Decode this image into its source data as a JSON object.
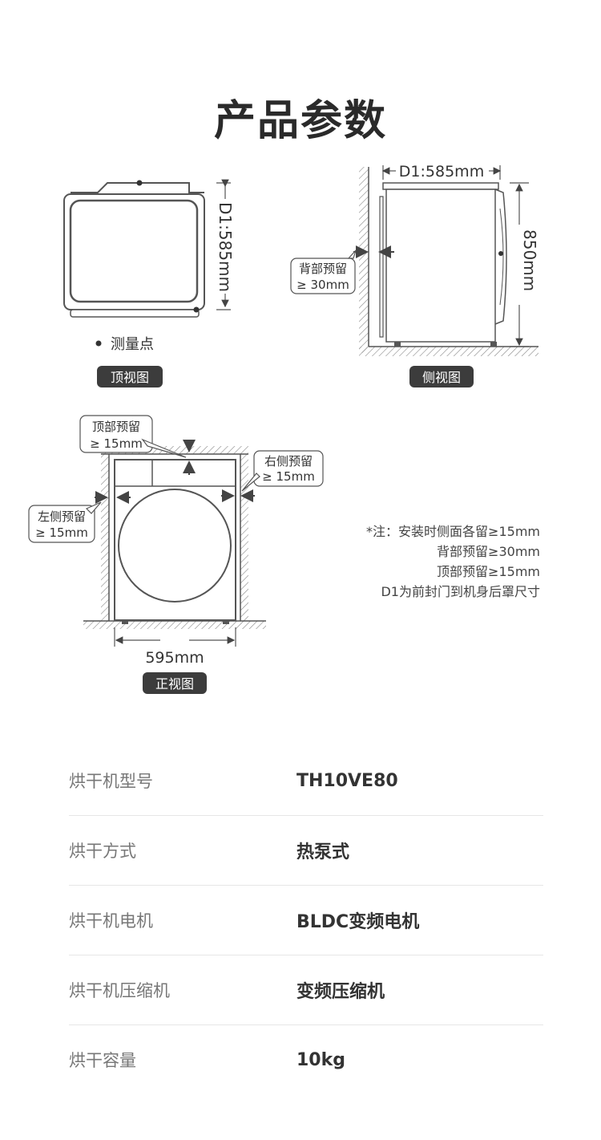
{
  "page": {
    "title": "产品参数"
  },
  "top_view": {
    "badge": "顶视图",
    "dimension": "D1:585mm",
    "legend": "测量点"
  },
  "side_view": {
    "badge": "侧视图",
    "depth": "D1:585mm",
    "height": "850mm",
    "back_clearance": [
      "背部预留",
      "≥ 30mm"
    ]
  },
  "front_view": {
    "badge": "正视图",
    "width": "595mm",
    "top_clearance": [
      "顶部预留",
      "≥ 15mm"
    ],
    "right_clearance": [
      "右侧预留",
      "≥ 15mm"
    ],
    "left_clearance": [
      "左侧预留",
      "≥ 15mm"
    ]
  },
  "note": {
    "lines": [
      "*注：安装时侧面各留≥15mm",
      "背部预留≥30mm",
      "顶部预留≥15mm",
      "D1为前封门到机身后罩尺寸"
    ]
  },
  "specs": [
    {
      "label": "烘干机型号",
      "value": "TH10VE80"
    },
    {
      "label": "烘干方式",
      "value": "热泵式"
    },
    {
      "label": "烘干机电机",
      "value": "BLDC变频电机"
    },
    {
      "label": "烘干机压缩机",
      "value": "变频压缩机"
    },
    {
      "label": "烘干容量",
      "value": "10kg"
    }
  ]
}
